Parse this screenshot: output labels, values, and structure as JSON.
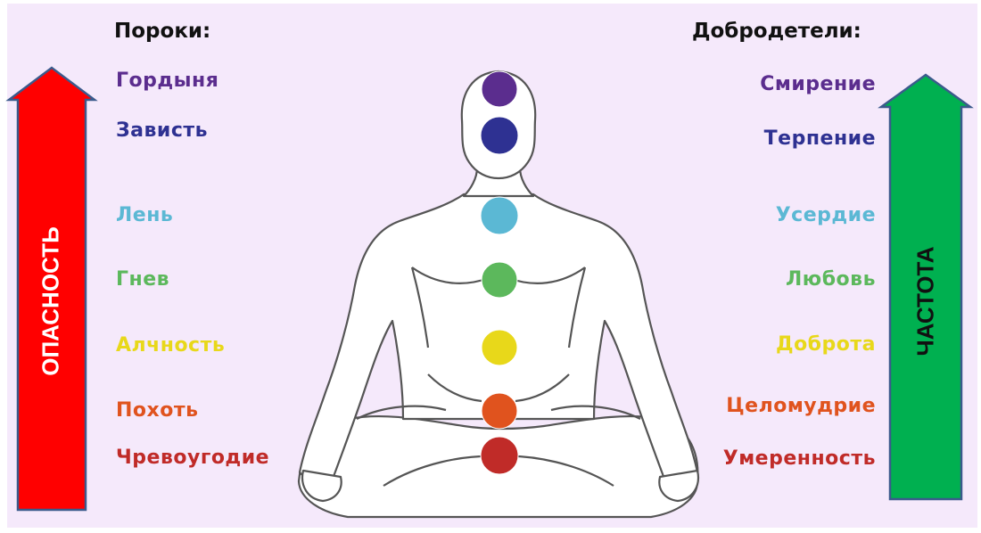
{
  "headings": {
    "vices": "Пороки:",
    "virtues": "Добродетели:"
  },
  "arrows": {
    "left": {
      "label": "ОПАСНОСТЬ",
      "color": "#ff0000",
      "outline": "#3b5a8c",
      "label_color": "#ffffff"
    },
    "right": {
      "label": "ЧАСТОТА",
      "color": "#00b050",
      "outline": "#3b5a8c",
      "label_color": "#111111"
    }
  },
  "chakras": [
    {
      "vice": "Гордыня",
      "virtue": "Смирение",
      "color": "#5b2d8e"
    },
    {
      "vice": "Зависть",
      "virtue": "Терпение",
      "color": "#2e3192"
    },
    {
      "vice": "Лень",
      "virtue": "Усердие",
      "color": "#5bb8d4"
    },
    {
      "vice": "Гнев",
      "virtue": "Любовь",
      "color": "#5cb85c"
    },
    {
      "vice": "Алчность",
      "virtue": "Доброта",
      "color": "#e8d81a"
    },
    {
      "vice": "Похоть",
      "virtue": "Целомудрие",
      "color": "#e0531e"
    },
    {
      "vice": "Чревоугодие",
      "virtue": "Умеренность",
      "color": "#c02b28"
    }
  ],
  "body_figure": {
    "fill": "#ffffff",
    "outline": "#555555"
  }
}
